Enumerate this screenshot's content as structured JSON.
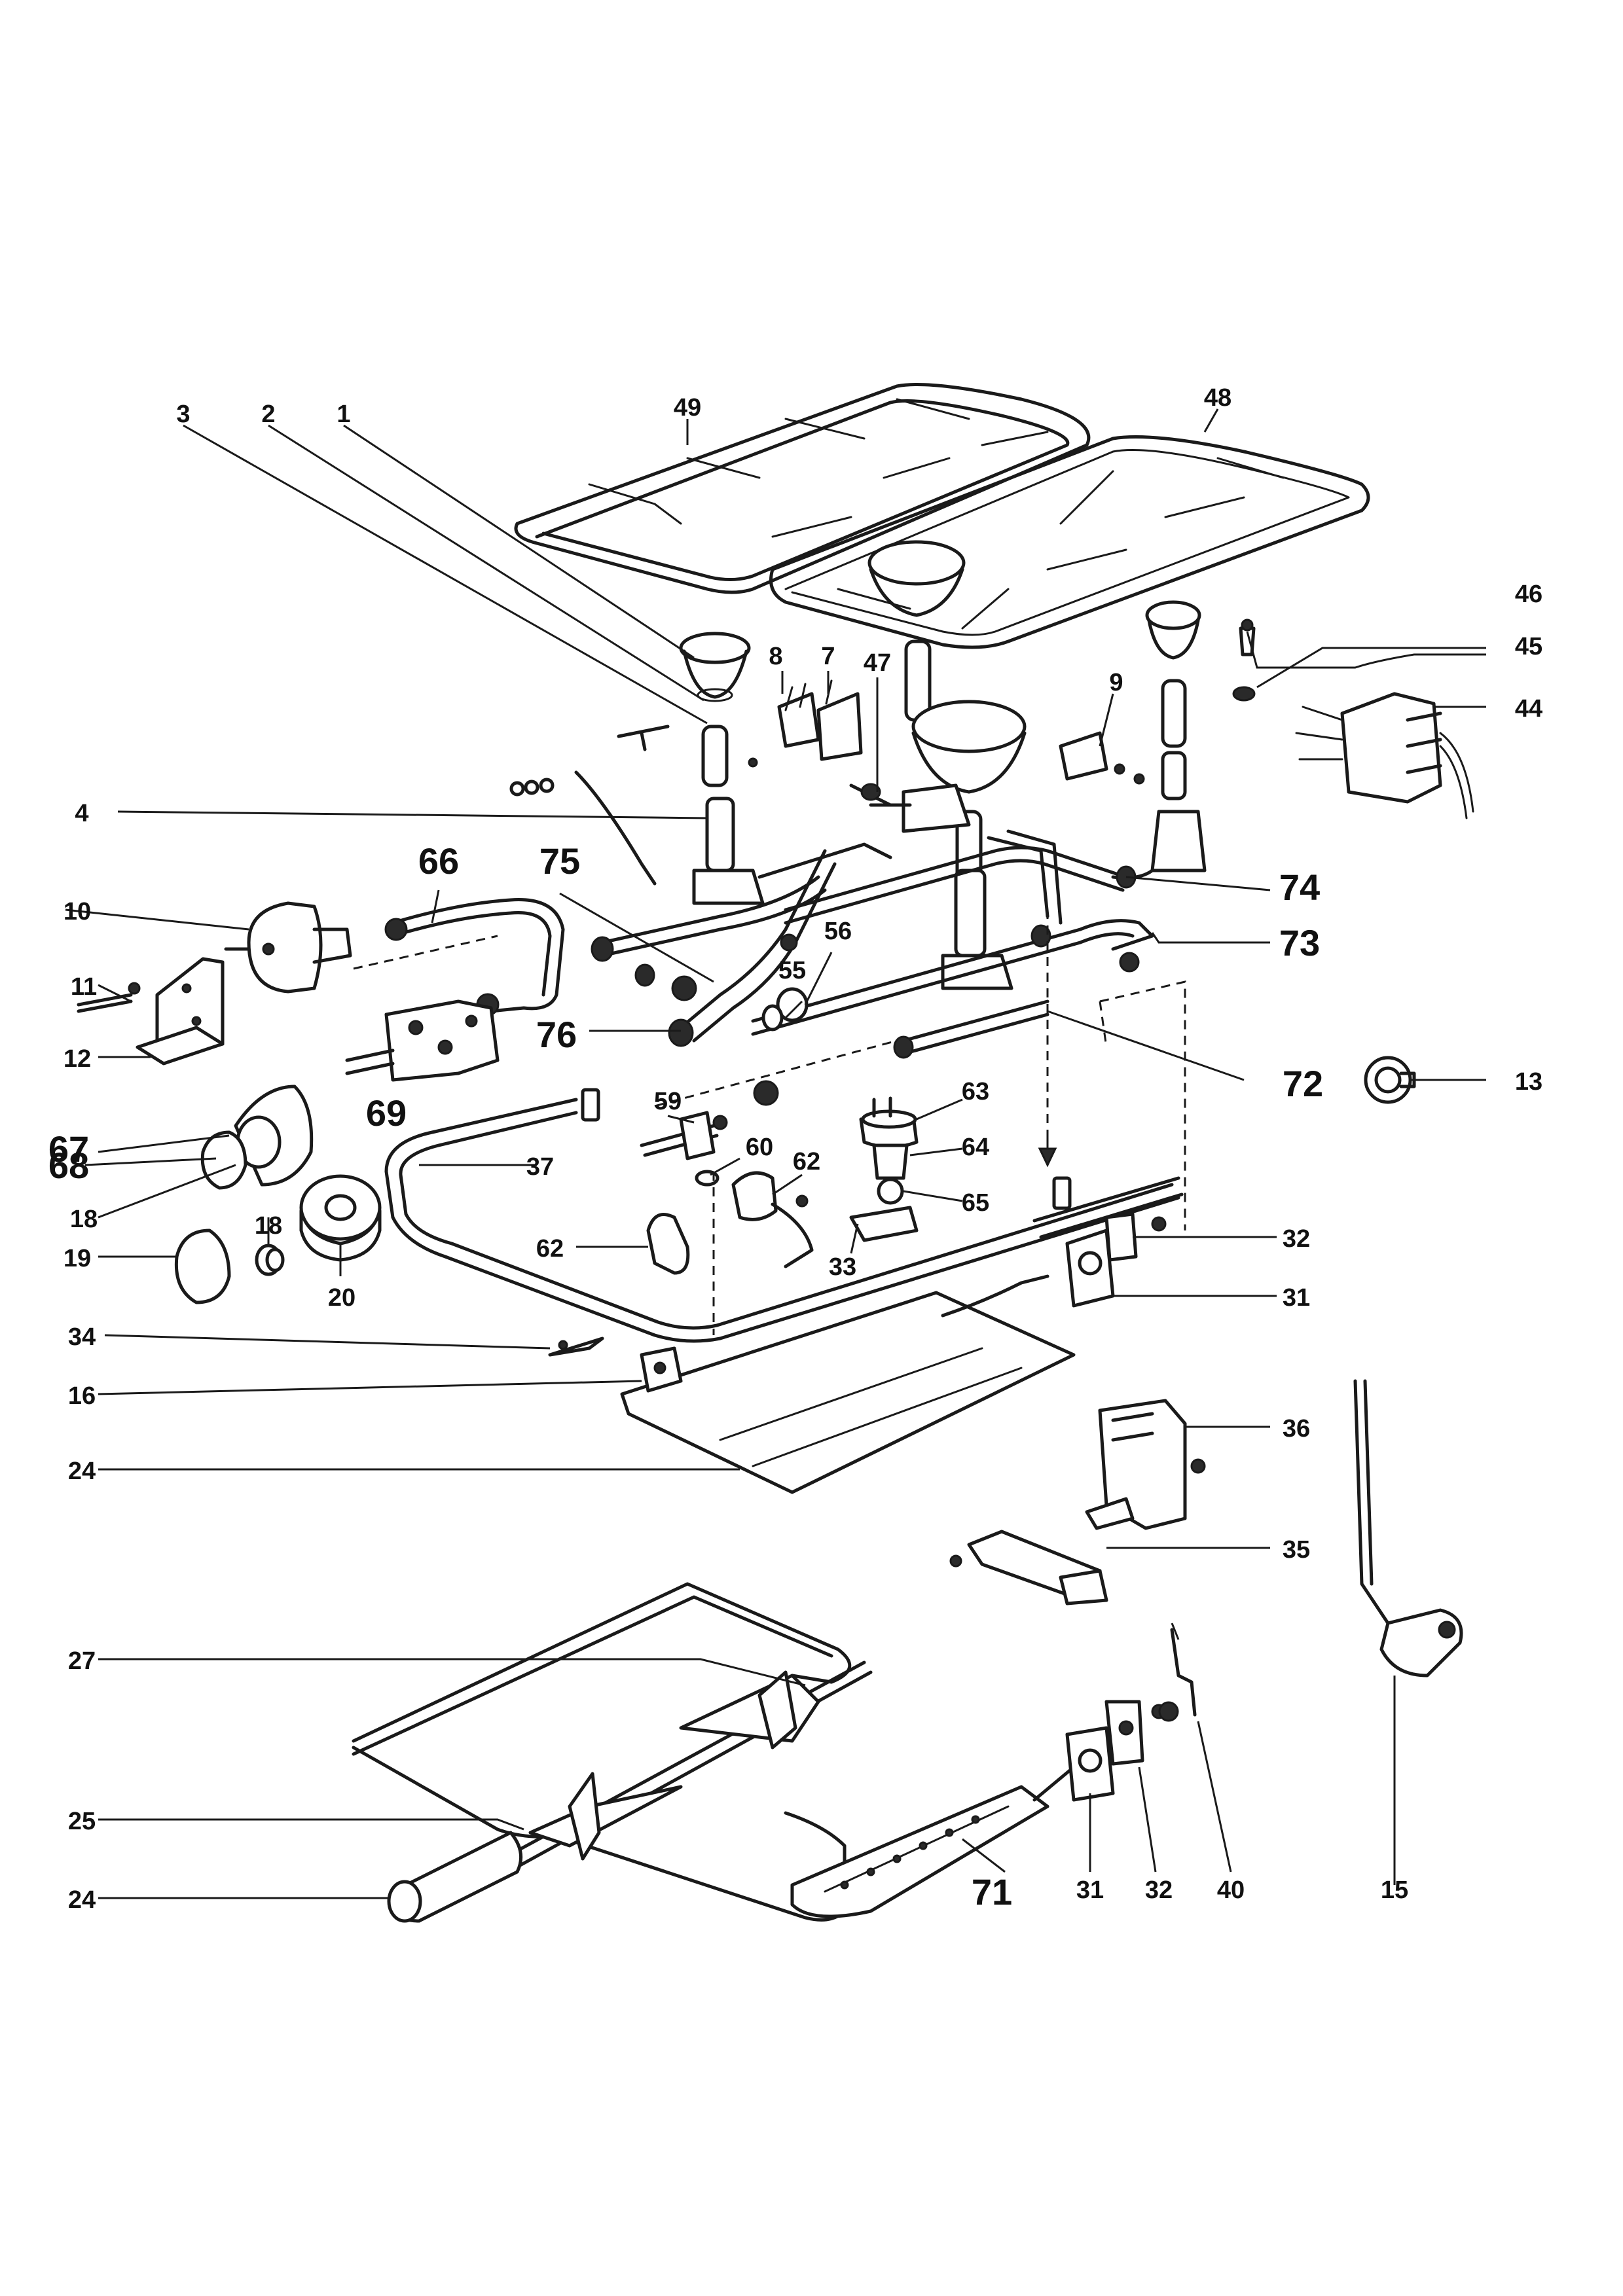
{
  "diagram": {
    "type": "exploded parts view",
    "callout_numbers": [
      "1",
      "2",
      "3",
      "4",
      "7",
      "8",
      "9",
      "10",
      "11",
      "12",
      "13",
      "15",
      "16",
      "18",
      "18",
      "19",
      "20",
      "24",
      "24",
      "25",
      "27",
      "31",
      "31",
      "32",
      "32",
      "33",
      "34",
      "35",
      "36",
      "37",
      "40",
      "44",
      "45",
      "46",
      "47",
      "48",
      "49",
      "55",
      "56",
      "59",
      "60",
      "62",
      "62",
      "63",
      "64",
      "65",
      "66",
      "67",
      "68",
      "69",
      "71",
      "72",
      "73",
      "74",
      "75",
      "76"
    ]
  },
  "labels": {
    "l1": "1",
    "l2": "2",
    "l3": "3",
    "l4": "4",
    "l7": "7",
    "l8": "8",
    "l9": "9",
    "l10": "10",
    "l11": "11",
    "l12": "12",
    "l13": "13",
    "l15": "15",
    "l16": "16",
    "l18a": "18",
    "l18b": "18",
    "l19": "19",
    "l20": "20",
    "l24a": "24",
    "l24b": "24",
    "l25": "25",
    "l27": "27",
    "l31a": "31",
    "l31b": "31",
    "l32a": "32",
    "l32b": "32",
    "l33": "33",
    "l34": "34",
    "l35": "35",
    "l36": "36",
    "l37": "37",
    "l40": "40",
    "l44": "44",
    "l45": "45",
    "l46": "46",
    "l47": "47",
    "l48": "48",
    "l49": "49",
    "l55": "55",
    "l56": "56",
    "l59": "59",
    "l60": "60",
    "l62a": "62",
    "l62b": "62",
    "l63": "63",
    "l64": "64",
    "l65": "65",
    "l66": "66",
    "l67": "67",
    "l68": "68",
    "l69": "69",
    "l71": "71",
    "l72": "72",
    "l73": "73",
    "l74": "74",
    "l75": "75",
    "l76": "76"
  }
}
